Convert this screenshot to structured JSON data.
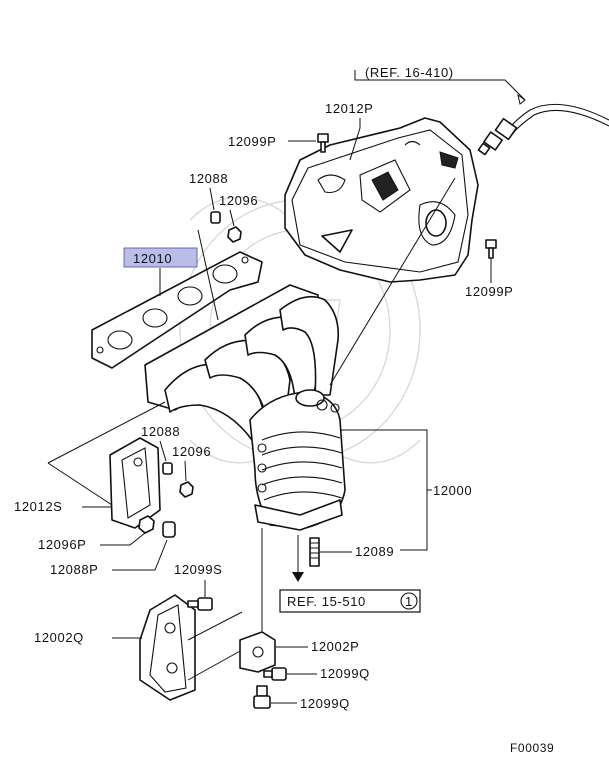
{
  "diagram": {
    "code": "F00039",
    "references": [
      {
        "text": "(REF. 16-410)"
      },
      {
        "text": "REF. 15-510",
        "circle": "1"
      }
    ],
    "labels": {
      "p12012P": "12012P",
      "p12099P_top": "12099P",
      "p12099P_right": "12099P",
      "p12088_top": "12088",
      "p12096_top": "12096",
      "p12010": "12010",
      "p12088_mid": "12088",
      "p12096_mid": "12096",
      "p12012S": "12012S",
      "p12096P": "12096P",
      "p12088P": "12088P",
      "p12099S": "12099S",
      "p12000": "12000",
      "p12089": "12089",
      "p12002Q": "12002Q",
      "p12002P": "12002P",
      "p12099Q_a": "12099Q",
      "p12099Q_b": "12099Q"
    },
    "highlighted_part": "12010"
  }
}
